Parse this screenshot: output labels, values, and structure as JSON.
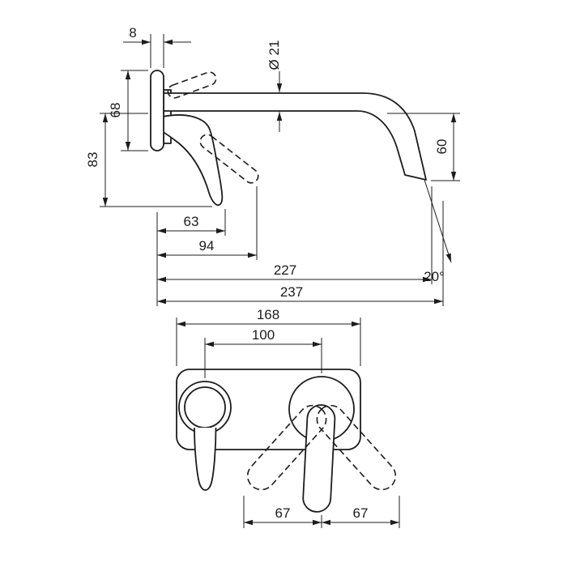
{
  "colors": {
    "line": "#1c1c1c",
    "background": "#ffffff"
  },
  "side_view": {
    "plate_depth_mm": "8",
    "plate_height_mm": "68",
    "overall_height_mm": "83",
    "spout_diameter": "Ø 21",
    "outlet_height_mm": "60",
    "handle_projection_mm": "63",
    "handle_open_projection_mm": "94",
    "spout_projection_mm": "227",
    "overall_projection_mm": "237",
    "outlet_angle": "20°"
  },
  "front_view": {
    "plate_width_mm": "168",
    "centers_distance_mm": "100",
    "lever_swing_left_mm": "67",
    "lever_swing_right_mm": "67"
  }
}
